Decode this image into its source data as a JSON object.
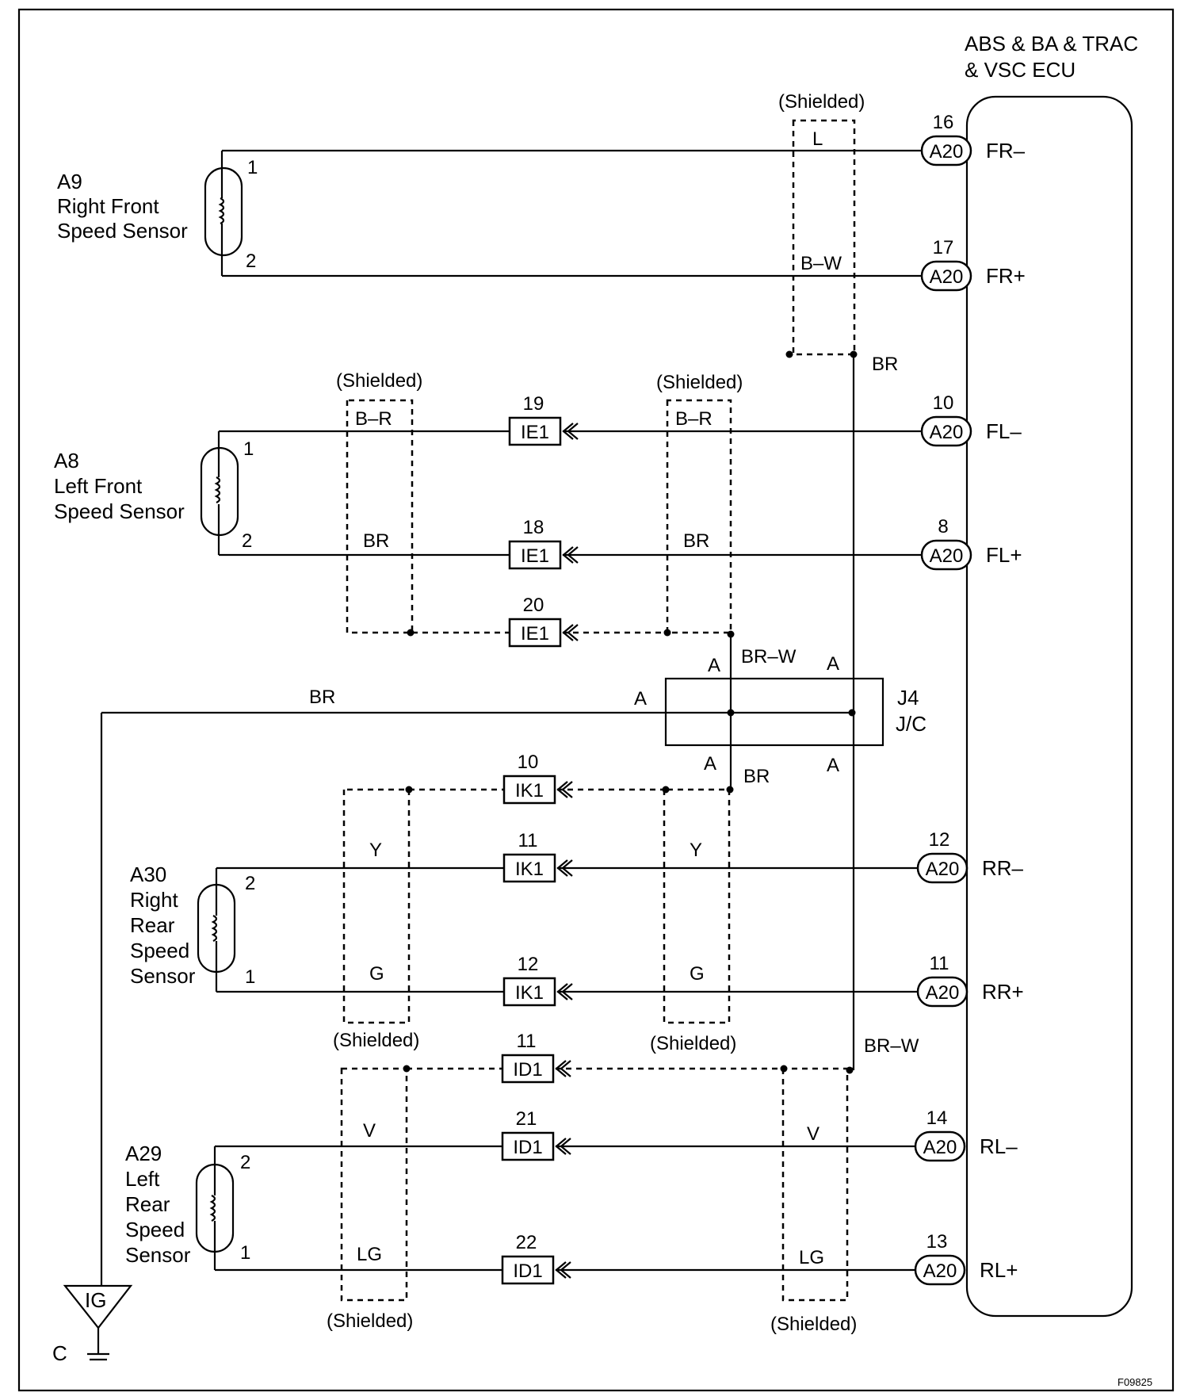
{
  "ecu": {
    "line1": "ABS & BA & TRAC",
    "line2": "& VSC ECU"
  },
  "figure_id": "F09825",
  "shielded_label": "(Shielded)",
  "ground": {
    "symbol": "IG",
    "label": "C"
  },
  "junction": {
    "id": "J4",
    "type": "J/C",
    "terminal": "A"
  },
  "sensors": {
    "rf": {
      "id": "A9",
      "name1": "Right Front",
      "name2": "Speed Sensor",
      "pin1": "1",
      "pin2": "2"
    },
    "lf": {
      "id": "A8",
      "name1": "Left Front",
      "name2": "Speed Sensor",
      "pin1": "1",
      "pin2": "2"
    },
    "rr": {
      "id": "A30",
      "name1": "Right",
      "name2": "Rear",
      "name3": "Speed",
      "name4": "Sensor",
      "pin1": "2",
      "pin2": "1"
    },
    "lr": {
      "id": "A29",
      "name1": "Left",
      "name2": "Rear",
      "name3": "Speed",
      "name4": "Sensor",
      "pin1": "2",
      "pin2": "1"
    }
  },
  "ecu_terminals": [
    {
      "conn": "A20",
      "pin": "16",
      "signal": "FR–"
    },
    {
      "conn": "A20",
      "pin": "17",
      "signal": "FR+"
    },
    {
      "conn": "A20",
      "pin": "10",
      "signal": "FL–"
    },
    {
      "conn": "A20",
      "pin": "8",
      "signal": "FL+"
    },
    {
      "conn": "A20",
      "pin": "12",
      "signal": "RR–"
    },
    {
      "conn": "A20",
      "pin": "11",
      "signal": "RR+"
    },
    {
      "conn": "A20",
      "pin": "14",
      "signal": "RL–"
    },
    {
      "conn": "A20",
      "pin": "13",
      "signal": "RL+"
    }
  ],
  "inline_connectors": [
    {
      "conn": "IE1",
      "pin": "19"
    },
    {
      "conn": "IE1",
      "pin": "18"
    },
    {
      "conn": "IE1",
      "pin": "20"
    },
    {
      "conn": "IK1",
      "pin": "10"
    },
    {
      "conn": "IK1",
      "pin": "11"
    },
    {
      "conn": "IK1",
      "pin": "12"
    },
    {
      "conn": "ID1",
      "pin": "11"
    },
    {
      "conn": "ID1",
      "pin": "21"
    },
    {
      "conn": "ID1",
      "pin": "22"
    }
  ],
  "wire_colors": {
    "rf_top": "L",
    "rf_bot": "B–W",
    "rf_shield": "BR",
    "lf_top": "B–R",
    "lf_bot": "BR",
    "jc_top": "BR–W",
    "jc_left": "BR",
    "jc_bottom": "BR",
    "rl_shield": "BR–W",
    "rr_top": "Y",
    "rr_bot": "G",
    "rl_top": "V",
    "rl_bot": "LG"
  }
}
